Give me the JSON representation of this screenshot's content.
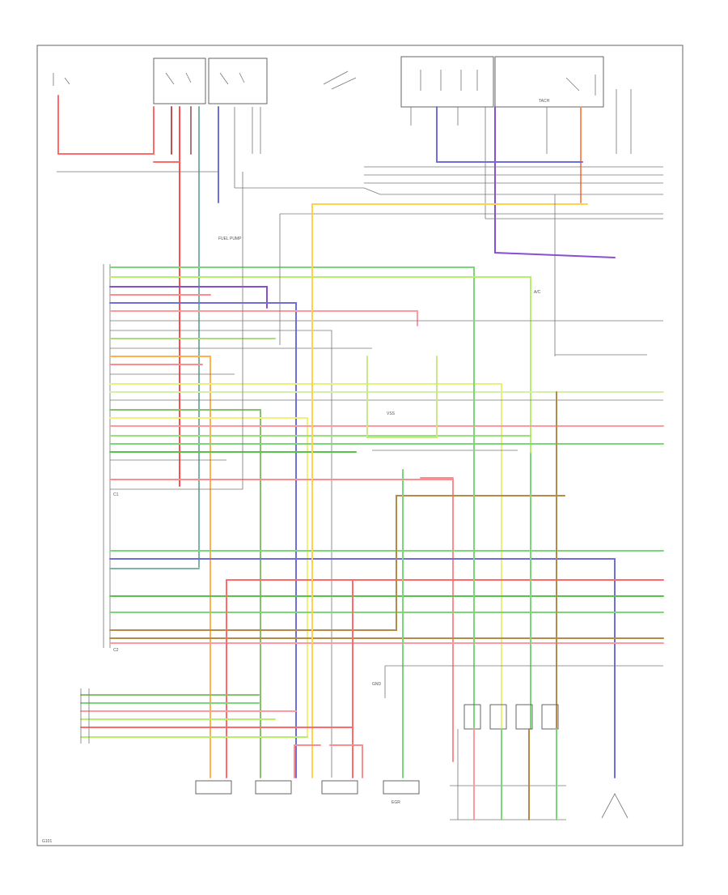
{
  "diagram": {
    "labels": {
      "connector_a": "C1",
      "connector_b": "C2",
      "note_bottom": "G101",
      "tach": "TACH",
      "fuel_pump": "FUEL PUMP",
      "ac": "A/C",
      "vss": "VSS",
      "egr": "EGR",
      "ground": "GND"
    }
  }
}
